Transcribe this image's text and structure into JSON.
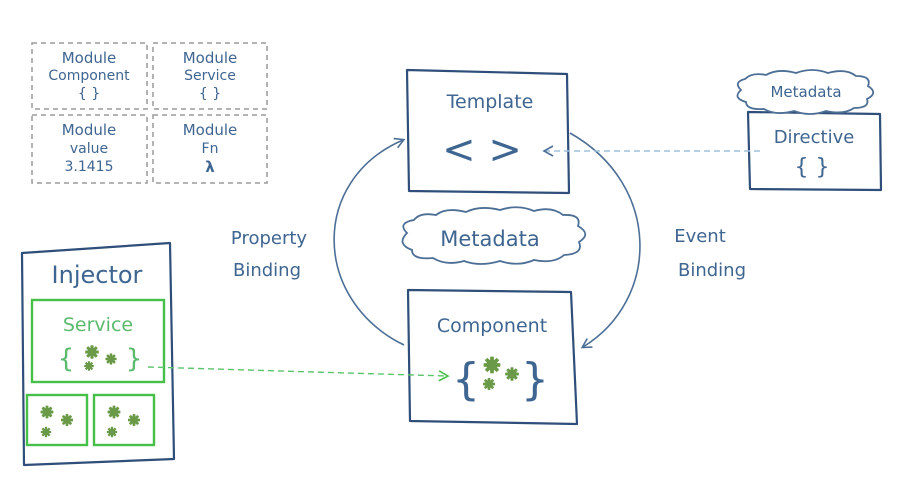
{
  "module_grid": {
    "component": {
      "title": "Module",
      "name": "Component",
      "symbol": "{ }"
    },
    "service": {
      "title": "Module",
      "name": "Service",
      "symbol": "{ }"
    },
    "value": {
      "title": "Module",
      "name": "value",
      "symbol": "3.1415"
    },
    "fn": {
      "title": "Module",
      "name": "Fn",
      "symbol": "λ"
    }
  },
  "template": {
    "title": "Template",
    "symbol": "< >"
  },
  "component": {
    "title": "Component",
    "symbol_left": "{",
    "symbol_right": "}"
  },
  "center_metadata": {
    "label": "Metadata"
  },
  "directive": {
    "metadata": "Metadata",
    "title": "Directive",
    "symbol": "{ }"
  },
  "property_binding": {
    "line1": "Property",
    "line2": "Binding"
  },
  "event_binding": {
    "line1": "Event",
    "line2": "Binding"
  },
  "injector": {
    "title": "Injector",
    "service": {
      "title": "Service",
      "symbol_left": "{",
      "symbol_right": "}"
    }
  },
  "colors": {
    "ink": "#3f6591",
    "box_stroke": "#2f4f7a",
    "service_green": "#47c04a",
    "gear_green": "#6a9a48",
    "dashed_grey": "#9a9a9a"
  }
}
